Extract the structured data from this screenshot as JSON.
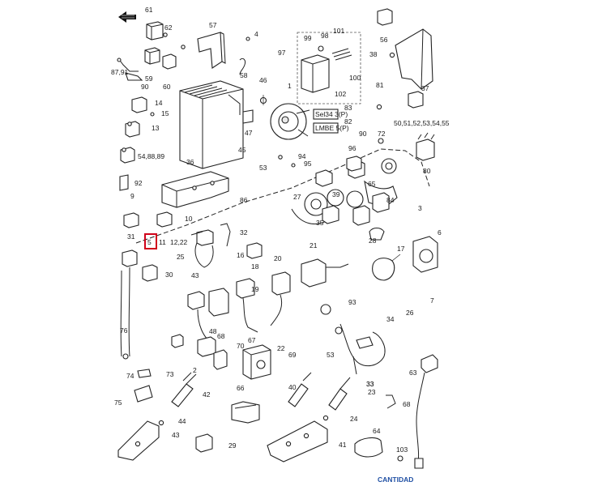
{
  "diagram": {
    "footer_link": "CANTIDAD",
    "highlighted_label": "5",
    "labels": [
      {
        "text": "61"
      },
      {
        "text": "62"
      },
      {
        "text": "59"
      },
      {
        "text": "60"
      },
      {
        "text": "87,91"
      },
      {
        "text": "90"
      },
      {
        "text": "14"
      },
      {
        "text": "15"
      },
      {
        "text": "13"
      },
      {
        "text": "54,88,89"
      },
      {
        "text": "92"
      },
      {
        "text": "9"
      },
      {
        "text": "10"
      },
      {
        "text": "31"
      },
      {
        "text": "11"
      },
      {
        "text": "12,22"
      },
      {
        "text": "25"
      },
      {
        "text": "30"
      },
      {
        "text": "43"
      },
      {
        "text": "2"
      },
      {
        "text": "76"
      },
      {
        "text": "73"
      },
      {
        "text": "74"
      },
      {
        "text": "75"
      },
      {
        "text": "44"
      },
      {
        "text": "43"
      },
      {
        "text": "57"
      },
      {
        "text": "4"
      },
      {
        "text": "58"
      },
      {
        "text": "46"
      },
      {
        "text": "45"
      },
      {
        "text": "47"
      },
      {
        "text": "36"
      },
      {
        "text": "53"
      },
      {
        "text": "86"
      },
      {
        "text": "32"
      },
      {
        "text": "16"
      },
      {
        "text": "18"
      },
      {
        "text": "20"
      },
      {
        "text": "19"
      },
      {
        "text": "48"
      },
      {
        "text": "68"
      },
      {
        "text": "67"
      },
      {
        "text": "70"
      },
      {
        "text": "22"
      },
      {
        "text": "42"
      },
      {
        "text": "29"
      },
      {
        "text": "97"
      },
      {
        "text": "99"
      },
      {
        "text": "98"
      },
      {
        "text": "101"
      },
      {
        "text": "100"
      },
      {
        "text": "102"
      },
      {
        "text": "1"
      },
      {
        "text": "83"
      },
      {
        "text": "82"
      },
      {
        "text": "90"
      },
      {
        "text": "96"
      },
      {
        "text": "94"
      },
      {
        "text": "95"
      },
      {
        "text": "27"
      },
      {
        "text": "39"
      },
      {
        "text": "35"
      },
      {
        "text": "65"
      },
      {
        "text": "84"
      },
      {
        "text": "3"
      },
      {
        "text": "21"
      },
      {
        "text": "17"
      },
      {
        "text": "6"
      },
      {
        "text": "26"
      },
      {
        "text": "93"
      },
      {
        "text": "34"
      },
      {
        "text": "69"
      },
      {
        "text": "53"
      },
      {
        "text": "40"
      },
      {
        "text": "66"
      },
      {
        "text": "33"
      },
      {
        "text": "23"
      },
      {
        "text": "24"
      },
      {
        "text": "64"
      },
      {
        "text": "41"
      },
      {
        "text": "103"
      },
      {
        "text": "63"
      },
      {
        "text": "68"
      },
      {
        "text": "56"
      },
      {
        "text": "38"
      },
      {
        "text": "81"
      },
      {
        "text": "37"
      },
      {
        "text": "50,51,52,53,54,55"
      },
      {
        "text": "72"
      },
      {
        "text": "80"
      },
      {
        "text": "7"
      },
      {
        "text": "28"
      },
      {
        "text": "33"
      }
    ],
    "sticker_1": "Sel34 3(P)",
    "sticker_2": "LMBE 5(P)"
  }
}
